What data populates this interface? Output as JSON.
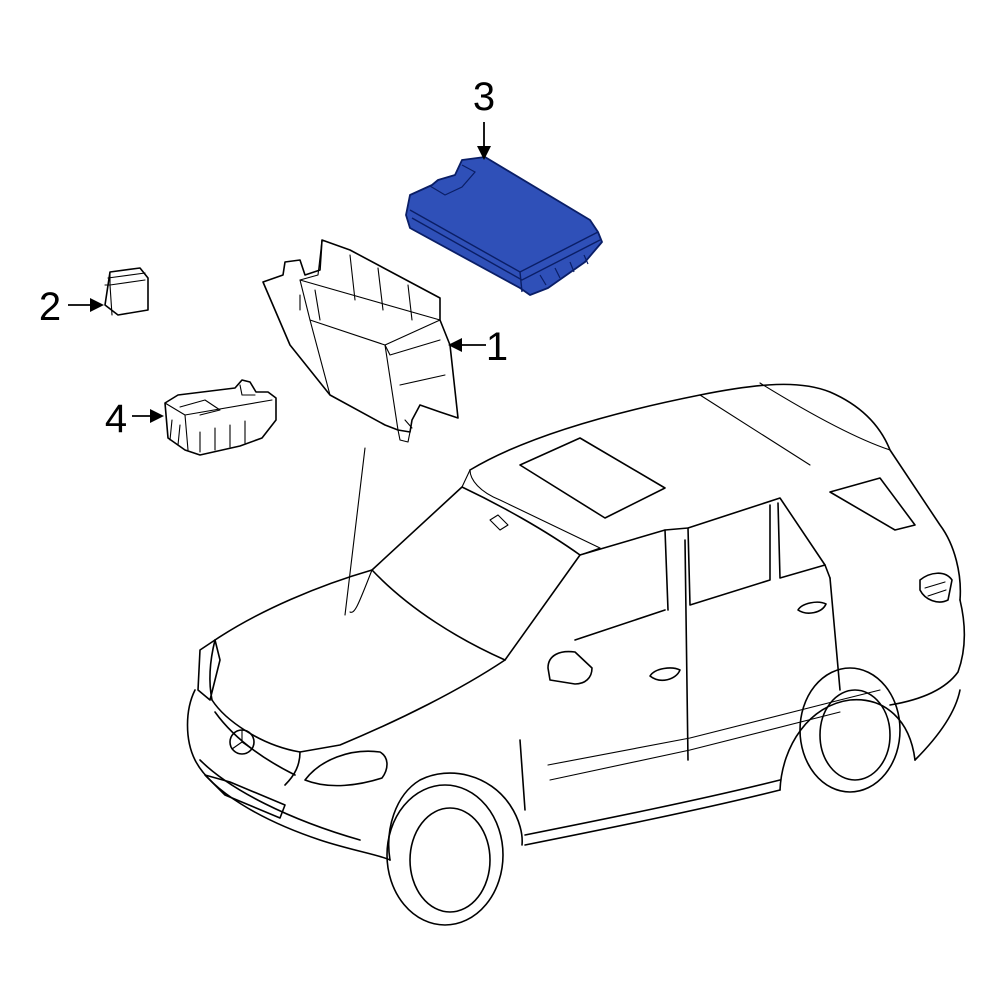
{
  "diagram": {
    "callouts": {
      "housing": "1",
      "relay": "2",
      "cover": "3",
      "relay_box": "4"
    },
    "colors": {
      "line": "#000000",
      "highlight_fill": "#2f50b8",
      "highlight_edge": "#0a1e66",
      "background": "#ffffff"
    },
    "highlighted_part": "3"
  }
}
